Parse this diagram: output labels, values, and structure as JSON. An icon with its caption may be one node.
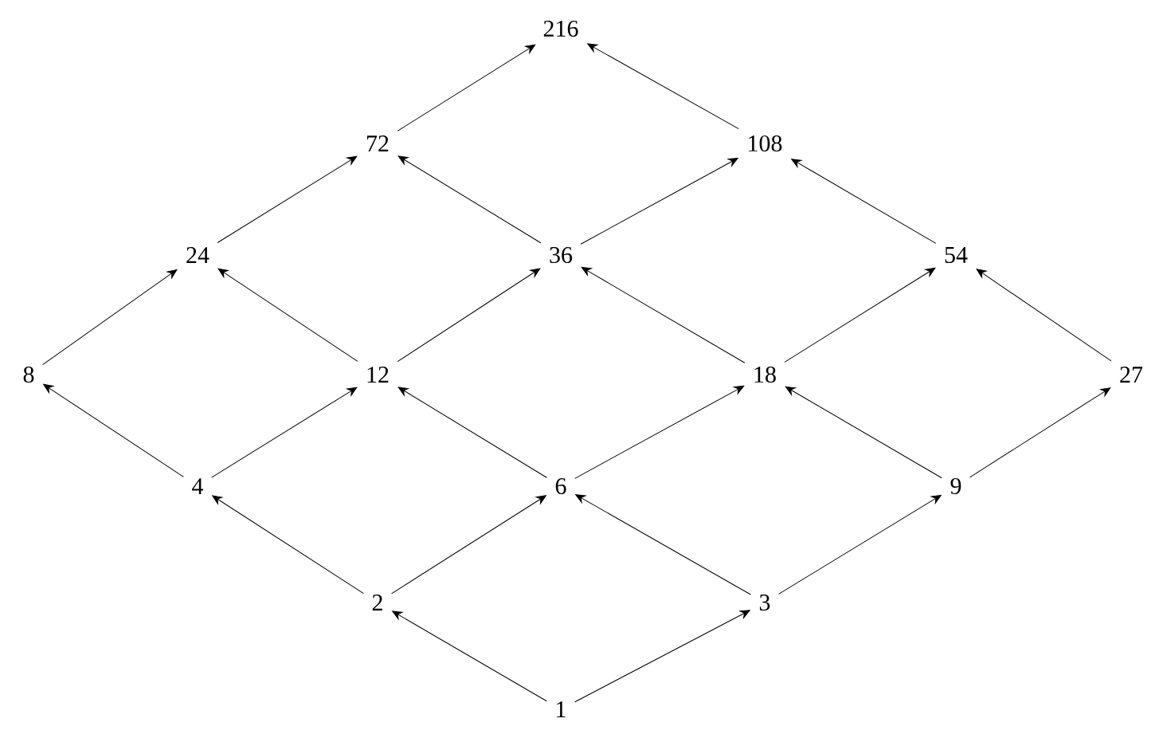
{
  "diagram": {
    "nodes": [
      {
        "text": [
          "216"
        ]
      },
      {
        "text": [
          "72"
        ]
      },
      {
        "text": [
          "108"
        ]
      },
      {
        "text": [
          "24"
        ]
      },
      {
        "text": [
          "36"
        ]
      },
      {
        "text": [
          "54"
        ]
      },
      {
        "text": [
          "8"
        ]
      },
      {
        "text": [
          "12"
        ]
      },
      {
        "text": [
          "18"
        ]
      },
      {
        "text": [
          "27"
        ]
      },
      {
        "text": [
          "4"
        ]
      },
      {
        "text": [
          "6"
        ]
      },
      {
        "text": [
          "9"
        ]
      },
      {
        "text": [
          "2"
        ]
      },
      {
        "text": [
          "3"
        ]
      },
      {
        "text": [
          "1"
        ]
      }
    ],
    "edges": [
      {
        "from": 15,
        "to": 13,
        "arrow": "to"
      },
      {
        "from": 15,
        "to": 14,
        "arrow": "to"
      },
      {
        "from": 13,
        "to": 10,
        "arrow": "to"
      },
      {
        "from": 13,
        "to": 11,
        "arrow": "to"
      },
      {
        "from": 14,
        "to": 11,
        "arrow": "to"
      },
      {
        "from": 14,
        "to": 12,
        "arrow": "to"
      },
      {
        "from": 10,
        "to": 6,
        "arrow": "to"
      },
      {
        "from": 10,
        "to": 7,
        "arrow": "to"
      },
      {
        "from": 11,
        "to": 7,
        "arrow": "to"
      },
      {
        "from": 11,
        "to": 8,
        "arrow": "to"
      },
      {
        "from": 12,
        "to": 8,
        "arrow": "to"
      },
      {
        "from": 12,
        "to": 9,
        "arrow": "to"
      },
      {
        "from": 6,
        "to": 3,
        "arrow": "to"
      },
      {
        "from": 7,
        "to": 3,
        "arrow": "to"
      },
      {
        "from": 7,
        "to": 4,
        "arrow": "to"
      },
      {
        "from": 8,
        "to": 4,
        "arrow": "to"
      },
      {
        "from": 8,
        "to": 5,
        "arrow": "to"
      },
      {
        "from": 9,
        "to": 5,
        "arrow": "to"
      },
      {
        "from": 3,
        "to": 1,
        "arrow": "to"
      },
      {
        "from": 4,
        "to": 1,
        "arrow": "to"
      },
      {
        "from": 4,
        "to": 2,
        "arrow": "to"
      },
      {
        "from": 5,
        "to": 2,
        "arrow": "to"
      },
      {
        "from": 1,
        "to": 0,
        "arrow": "to"
      },
      {
        "from": 2,
        "to": 0,
        "arrow": "to"
      }
    ]
  }
}
